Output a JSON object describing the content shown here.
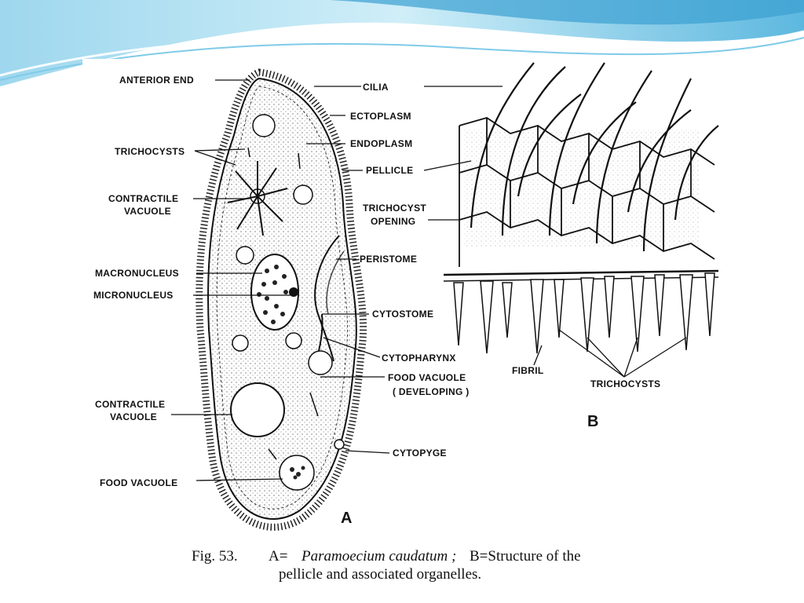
{
  "colors": {
    "banner_light": "#bfe6f3",
    "banner_mid": "#6cc3e3",
    "banner_dark": "#2a8fc6",
    "ink": "#111111",
    "paper": "#ffffff"
  },
  "diagram_a": {
    "panel_label": "A",
    "labels": {
      "anterior_end": "ANTERIOR END",
      "trichocysts": "TRICHOCYSTS",
      "contractile_vacuole_1": "CONTRACTILE",
      "contractile_vacuole_2": "VACUOLE",
      "macronucleus": "MACRONUCLEUS",
      "micronucleus": "MICRONUCLEUS",
      "contractile_vacuole_b1": "CONTRACTILE",
      "contractile_vacuole_b2": "VACUOLE",
      "food_vacuole": "FOOD VACUOLE",
      "cilia": "CILIA",
      "ectoplasm": "ECTOPLASM",
      "endoplasm": "ENDOPLASM",
      "pellicle": "PELLICLE",
      "trichocyst_opening_1": "TRICHOCYST",
      "trichocyst_opening_2": "OPENING",
      "peristome": "PERISTOME",
      "cytostome": "CYTOSTOME",
      "cytopharynx": "CYTOPHARYNX",
      "food_vacuole_dev_1": "FOOD VACUOLE",
      "food_vacuole_dev_2": "( DEVELOPING )",
      "cytopyge": "CYTOPYGE"
    }
  },
  "diagram_b": {
    "panel_label": "B",
    "labels": {
      "fibril": "FIBRIL",
      "trichocysts": "TRICHOCYSTS"
    }
  },
  "caption": {
    "fig": "Fig. 53.",
    "a_eq": "A=",
    "species": "Paramoecium caudatum ;",
    "b_eq": "B=Structure of the",
    "line2": "pellicle and associated organelles."
  }
}
